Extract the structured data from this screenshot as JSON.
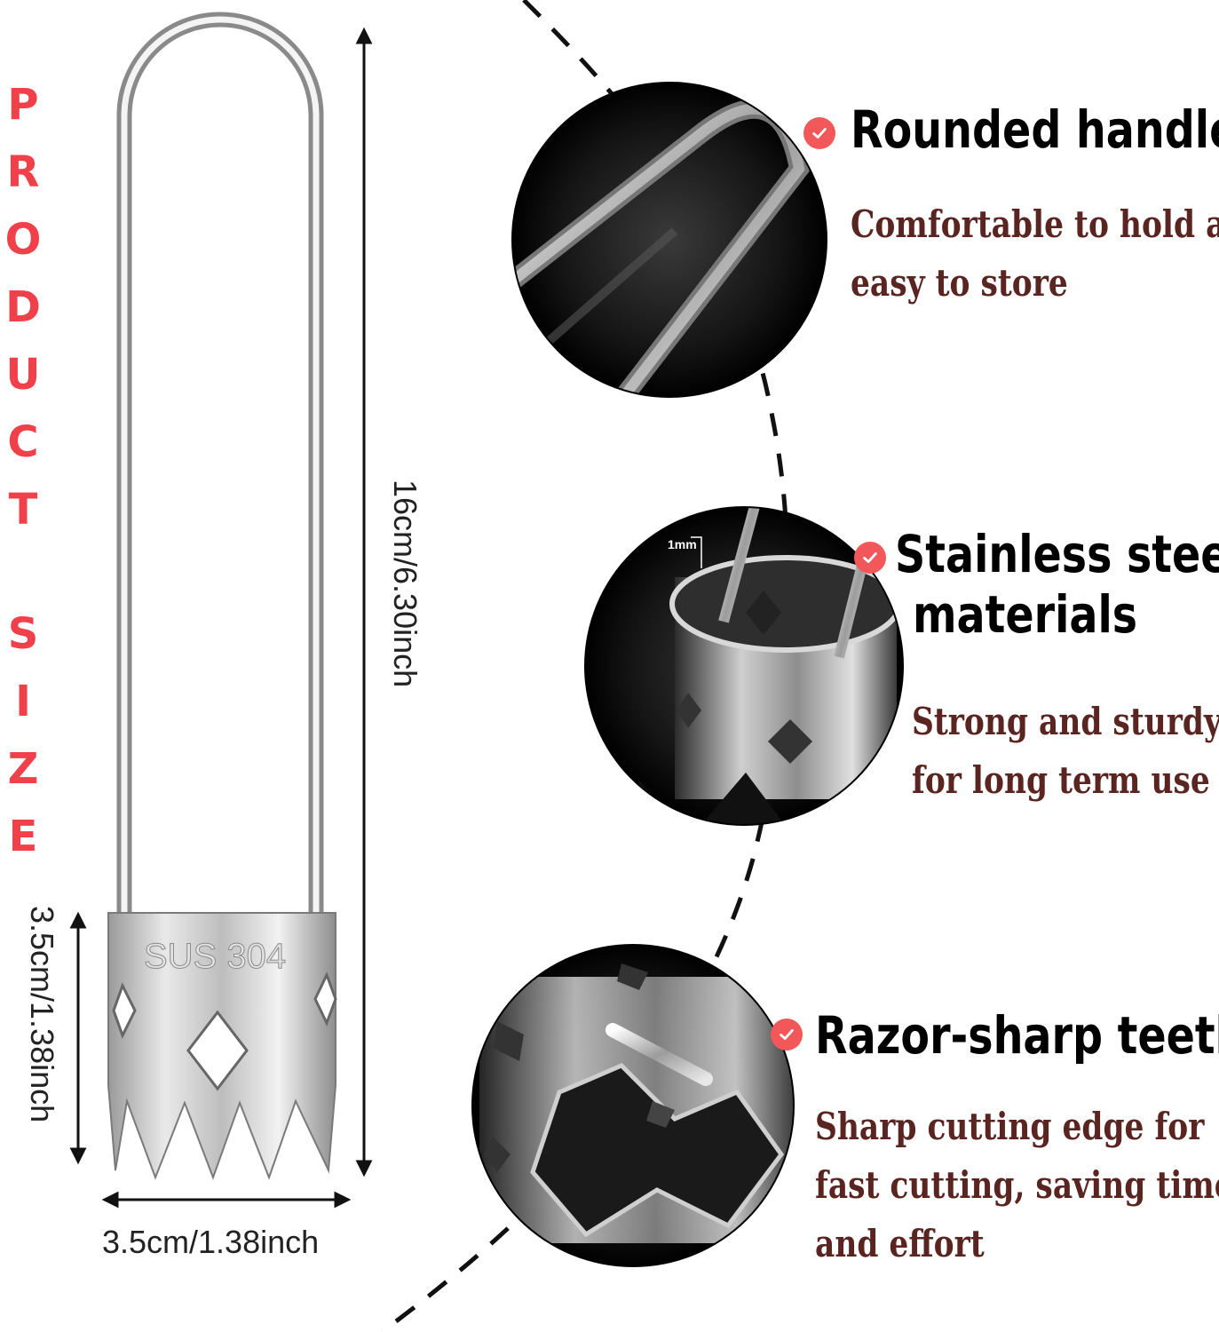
{
  "side_title": {
    "word1": [
      "P",
      "R",
      "O",
      "D",
      "U",
      "C",
      "T"
    ],
    "word2": [
      "S",
      "I",
      "Z",
      "E"
    ]
  },
  "dimensions": {
    "total_height": "16cm/6.30inch",
    "head_height": "3.5cm/1.38inch",
    "head_width": "3.5cm/1.38inch"
  },
  "product": {
    "engraving": "SUS 304",
    "scale_note": "1mm"
  },
  "features": [
    {
      "icon": "check-circle-icon",
      "title": "Rounded handle",
      "desc": [
        "Comfortable to hold and",
        "easy to store"
      ]
    },
    {
      "icon": "check-circle-icon",
      "title": [
        "Stainless steel",
        "materials"
      ],
      "desc": [
        "Strong and sturdy",
        "for long term use"
      ]
    },
    {
      "icon": "check-circle-icon",
      "title": "Razor-sharp teeth",
      "desc": [
        "Sharp cutting edge for",
        "fast cutting, saving time",
        "and effort"
      ]
    }
  ],
  "colors": {
    "accent_red": "#f0404a",
    "badge": "#f2575a",
    "desc_text": "#5a2420",
    "title_text": "#000000"
  }
}
